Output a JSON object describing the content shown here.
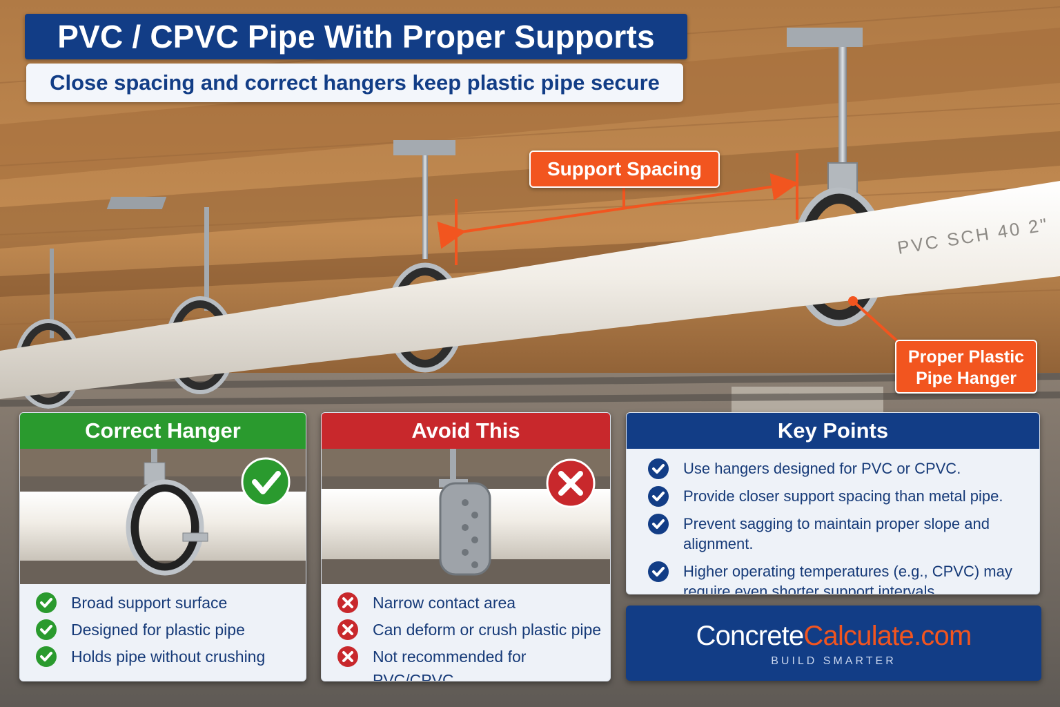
{
  "header": {
    "title": "PVC / CPVC Pipe With Proper Supports",
    "subtitle": "Close spacing and correct hangers keep plastic pipe secure"
  },
  "callouts": {
    "support_spacing": "Support Spacing",
    "hanger_line1": "Proper Plastic",
    "hanger_line2": "Pipe Hanger"
  },
  "pipe_marking": "PVC SCH 40 2\"",
  "correct_panel": {
    "title": "Correct Hanger",
    "badge_icon": "check-icon",
    "items": [
      "Broad support surface",
      "Designed for plastic pipe",
      "Holds pipe without crushing"
    ]
  },
  "avoid_panel": {
    "title": "Avoid This",
    "badge_icon": "x-icon",
    "items": [
      "Narrow contact area",
      "Can deform or crush plastic pipe",
      "Not recommended for PVC/CPVC"
    ]
  },
  "key_points": {
    "title": "Key Points",
    "items": [
      "Use hangers designed for PVC or CPVC.",
      "Provide closer support spacing than metal pipe.",
      "Prevent sagging to maintain proper slope and alignment.",
      "Higher operating temperatures (e.g., CPVC) may require even shorter support intervals."
    ]
  },
  "brand": {
    "name_part1": "Concrete",
    "name_part2": "Calculate.com",
    "tagline": "BUILD SMARTER"
  },
  "colors": {
    "primary_blue": "#123d86",
    "accent_orange": "#f2551f",
    "correct_green": "#2a9a2e",
    "avoid_red": "#c8282c"
  }
}
